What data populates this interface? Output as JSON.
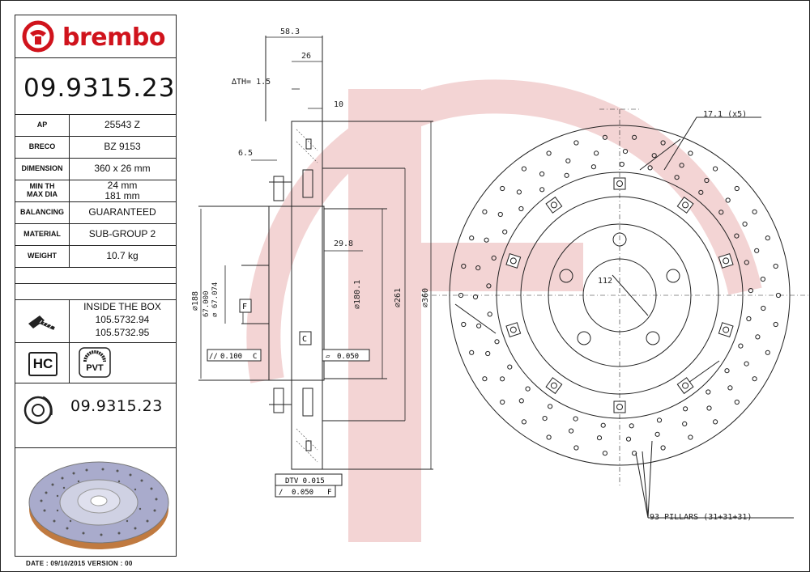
{
  "brand": {
    "name": "brembo",
    "color": "#d0131c"
  },
  "part_number": "09.9315.23",
  "spec_table": [
    {
      "key": "AP",
      "value": "25543 Z"
    },
    {
      "key": "BRECO",
      "value": "BZ 9153"
    },
    {
      "key": "DIMENSION",
      "value": "360 x 26 mm"
    },
    {
      "key": "MIN TH\nMAX DIA",
      "value": "24 mm\n181 mm"
    },
    {
      "key": "BALANCING",
      "value": "GUARANTEED"
    },
    {
      "key": "MATERIAL",
      "value": "SUB-GROUP 2"
    },
    {
      "key": "WEIGHT",
      "value": "10.7 kg"
    }
  ],
  "inside_box": {
    "title": "INSIDE THE BOX",
    "items": [
      "105.5732.94",
      "105.5732.95"
    ]
  },
  "icons": {
    "hc": "HC",
    "pvt": "PVT",
    "bolt": "bolt-icon",
    "disc": "disc-icon"
  },
  "part_number_bottom": "09.9315.23",
  "footer": "DATE : 09/10/2015 VERSION : 00",
  "dimensions": {
    "width_total": "58.3",
    "thickness": "26",
    "th": "∆TH= 1.5",
    "d10": "10",
    "d6_5": "6.5",
    "d29_8": "29.8",
    "dia188": "∅188",
    "dia67": "∅ 67.074\n67.000",
    "dia180": "∅180.1",
    "dia261": "∅261",
    "dia360": "∅360",
    "datum_f": "F",
    "datum_c": "C",
    "tol_parallel": "0.100",
    "tol_parallel_ref": "C",
    "tol_flat": "0.050",
    "dtv": "DTV 0.015",
    "runout": "0.050",
    "runout_ref": "F",
    "holes": "17.1 (x5)",
    "pcd": "112",
    "pillars": "93 PILLARS (31+31+31)"
  },
  "colors": {
    "watermark": "#f4d6d6",
    "line": "#222"
  }
}
